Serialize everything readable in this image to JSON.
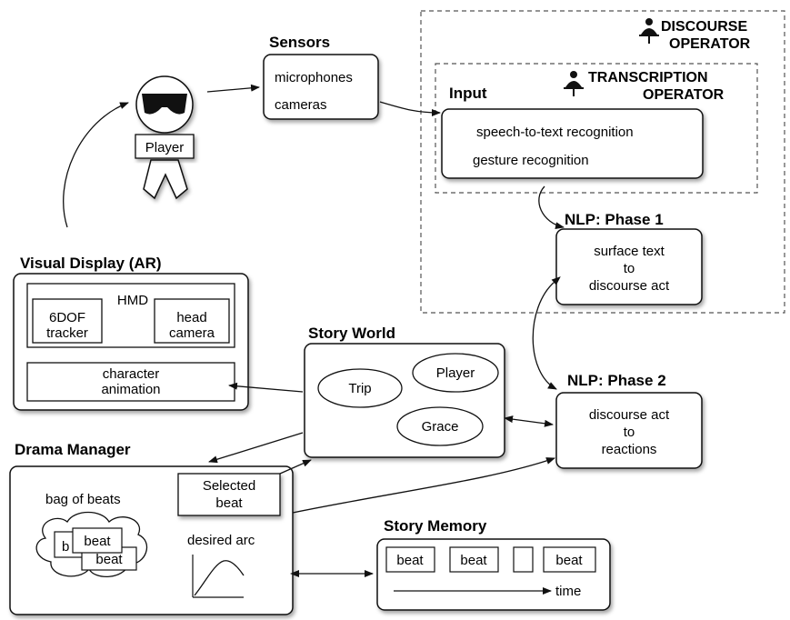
{
  "operators": {
    "discourse": [
      "DISCOURSE",
      "OPERATOR"
    ],
    "transcription": [
      "TRANSCRIPTION",
      "OPERATOR"
    ]
  },
  "sensors": {
    "title": "Sensors",
    "items": [
      "microphones",
      "cameras"
    ]
  },
  "player": {
    "label": "Player"
  },
  "input": {
    "title": "Input",
    "items": [
      "speech-to-text recognition",
      "gesture recognition"
    ]
  },
  "nlp1": {
    "title": "NLP: Phase 1",
    "lines": [
      "surface text",
      "to",
      "discourse act"
    ]
  },
  "nlp2": {
    "title": "NLP: Phase 2",
    "lines": [
      "discourse act",
      "to",
      "reactions"
    ]
  },
  "visual_display": {
    "title": "Visual Display (AR)",
    "hmd": "HMD",
    "tracker": [
      "6DOF",
      "tracker"
    ],
    "camera": [
      "head",
      "camera"
    ],
    "animation": [
      "character",
      "animation"
    ]
  },
  "story_world": {
    "title": "Story World",
    "characters": [
      "Trip",
      "Player",
      "Grace"
    ]
  },
  "drama_manager": {
    "title": "Drama Manager",
    "bag_label": "bag of beats",
    "selected": [
      "Selected",
      "beat"
    ],
    "arc_label": "desired arc",
    "beats": [
      "b",
      "beat",
      "beat"
    ]
  },
  "story_memory": {
    "title": "Story Memory",
    "beats": [
      "beat",
      "beat",
      "",
      "beat"
    ],
    "time_label": "time"
  }
}
